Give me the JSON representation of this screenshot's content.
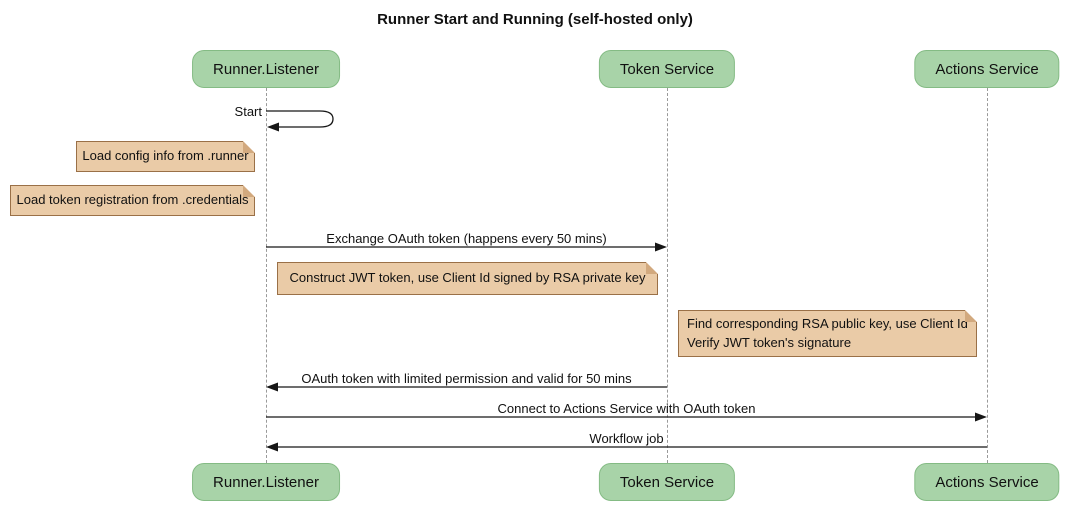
{
  "title": "Runner Start and Running (self-hosted only)",
  "diagram_type": "sequence",
  "colors": {
    "participant_fill": "#A8D3A8",
    "participant_border": "#84BB84",
    "note_fill": "#EACBA7",
    "note_border": "#9A7047",
    "note_fold": "#D2A97E",
    "lifeline": "#9A9A9A",
    "arrow": "#161616",
    "background": "#FFFFFF",
    "text": "#111111"
  },
  "participants": [
    {
      "label": "Runner.Listener"
    },
    {
      "label": "Token Service"
    },
    {
      "label": "Actions Service"
    }
  ],
  "messages": [
    {
      "label": "Start",
      "from": "Runner.Listener",
      "to": "Runner.Listener",
      "type": "self"
    },
    {
      "label": "Exchange OAuth token (happens every 50 mins)",
      "from": "Runner.Listener",
      "to": "Token Service",
      "type": "solid-arrow"
    },
    {
      "label": "OAuth token with limited permission and valid for 50 mins",
      "from": "Token Service",
      "to": "Runner.Listener",
      "type": "solid-arrow"
    },
    {
      "label": "Connect to Actions Service with OAuth token",
      "from": "Runner.Listener",
      "to": "Actions Service",
      "type": "solid-arrow"
    },
    {
      "label": "Workflow job",
      "from": "Actions Service",
      "to": "Runner.Listener",
      "type": "solid-arrow"
    }
  ],
  "notes": [
    {
      "text": "Load config info from .runner",
      "anchor": "Runner.Listener",
      "side": "left"
    },
    {
      "text": "Load token registration from .credentials",
      "anchor": "Runner.Listener",
      "side": "left"
    },
    {
      "text": "Construct JWT token, use Client Id signed by RSA private key",
      "anchor": "Token Service",
      "side": "left"
    },
    {
      "text": "Find corresponding RSA public key, use Client Id\nVerify JWT token's signature",
      "anchor": "Actions Service",
      "side": "left"
    }
  ]
}
